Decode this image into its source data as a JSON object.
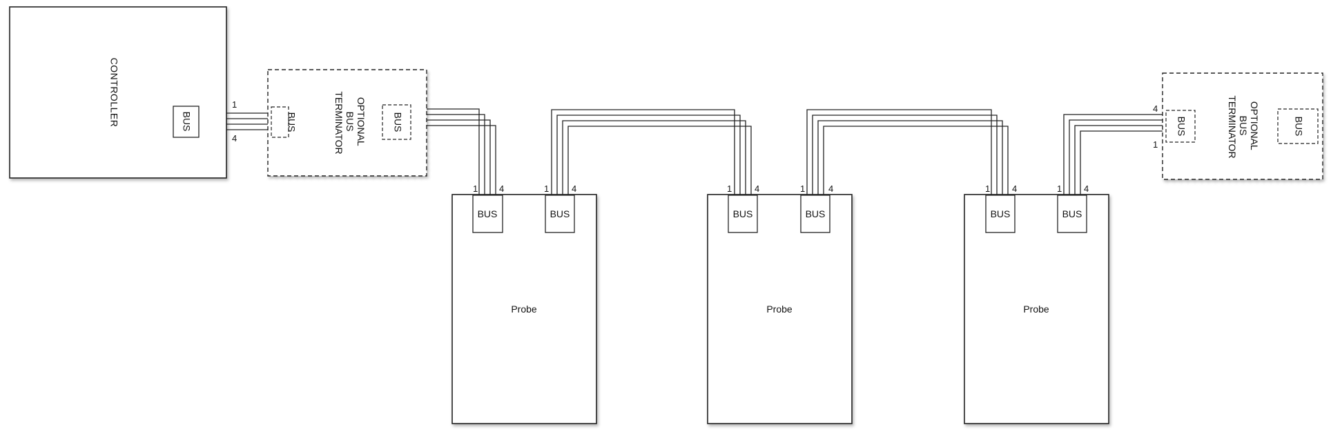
{
  "controller": {
    "label": "CONTROLLER",
    "port_label": "BUS"
  },
  "terminator_left": {
    "label_lines": [
      "OPTIONAL",
      "BUS",
      "TERMINATOR"
    ],
    "port_left_label": "BUS",
    "port_right_label": "BUS"
  },
  "terminator_right": {
    "label_lines": [
      "OPTIONAL",
      "BUS",
      "TERMINATOR"
    ],
    "port_left_label": "BUS",
    "port_right_label": "BUS"
  },
  "probes": [
    {
      "label": "Probe",
      "port_in_label": "BUS",
      "port_out_label": "BUS"
    },
    {
      "label": "Probe",
      "port_in_label": "BUS",
      "port_out_label": "BUS"
    },
    {
      "label": "Probe",
      "port_in_label": "BUS",
      "port_out_label": "BUS"
    }
  ],
  "pins": {
    "first": "1",
    "last": "4"
  }
}
